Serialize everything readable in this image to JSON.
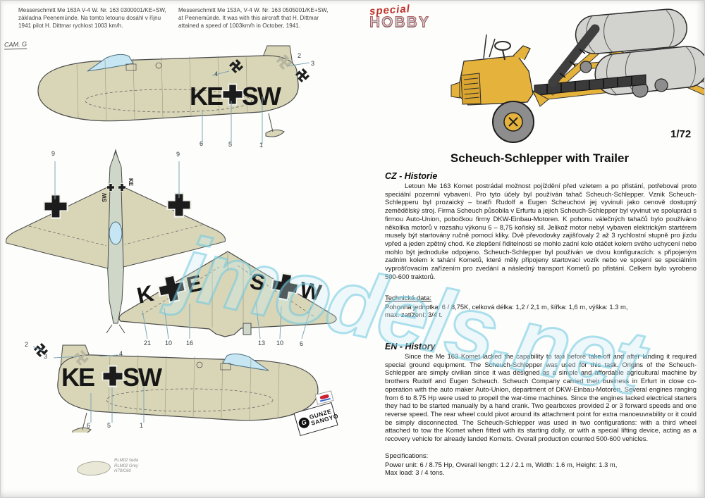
{
  "captions": {
    "cz": "Messerschmitt Me 163A V-4 W. Nr. 163 0300001/KE+SW, základna Peenemünde. Na tomto letounu dosáhl v říjnu 1941 pilot H. Dittmar rychlost 1003 km/h.",
    "en": "Messerschmitt Me 153A, V-4 W. Nr. 163 0505001/KE+SW, at Peenemünde. It was with this aircraft that H. Dittmar attained a speed of 1003km/h in October, 1941.",
    "cam": "CAM. G"
  },
  "brand": {
    "special": "special",
    "hobby": "HOBBY"
  },
  "gunze": {
    "line1": "GUNZE",
    "line2": "SANGYO"
  },
  "scale": "1/72",
  "article": {
    "title": "Scheuch-Schlepper with Trailer",
    "cz_heading": "CZ - Historie",
    "cz_body": "Letoun Me 163 Komet postrádal možnost pojíždění před vzletem a po přistání, potřeboval proto speciální pozemní vybavení. Pro tyto účely byl používán tahač Scheuch-Schlepper. Vznik Scheuch-Schlepperu byl prozaický – bratři Rudolf a Eugen Scheuchovi jej vyvinuli jako cenově dostupný zemědělský stroj. Firma Scheuch působila v Erfurtu a jejich Scheuch-Schlepper byl vyvinut ve spolupráci s firmou Auto-Union, pobočkou firmy DKW-Einbau-Motoren. K pohonu válečných tahačů bylo používáno několika motorů v rozsahu výkonu 6 – 8,75 koňský sil. Jelikož motor nebyl vybaven elektrickým startérem musely být startovány ručně pomocí kliky. Dvě převodovky zajišťovaly 2 až 3 rychlostní stupně pro jízdu vpřed a jeden zpětný chod. Ke zlepšení řiditelnosti se mohlo zadní kolo otáčet kolem svého uchycení nebo mohlo být jednoduše odpojeno. Scheuch-Schlepper byl používán ve dvou konfiguracích: s připojeným zadním kolem k tahání Kometů, které měly připojeny startovací vozík nebo ve spojení se speciálním vyprošťovacím zařízením pro zvedání a následný transport Kometů po přistání. Celkem bylo vyrobeno 500-600 traktorů.",
    "tech_heading": "Technická data:",
    "tech_line1": "Pohonná jednotka: 6 / 8,75K, celková délka: 1,2 / 2,1 m, šířka: 1,6 m, výška: 1.3 m,",
    "tech_line2": "max. zatížení: 3/4 t.",
    "en_heading": "EN - History",
    "en_body": "Since the Me 163 Komet lacked the capability to taxi before take-off and after landing it required special ground equipment. The Scheuch-Schlepper was used for this task. Origins of the Scheuch-Schlepper are simply civilian since it was designed as a simple and affordable agricultural machine by brothers Rudolf and Eugen Scheuch. Scheuch Company carried their business in Erfurt in close co-operation with the auto maker Auto-Union, department of DKW-Einbau-Motoren. Several engines ranging from 6 to 8.75 Hp were used to propell the war-time machines. Since the engines lacked electrical starters they had to be started manually by a hand crank. Two gearboxes provided 2 or 3 forward speeds and one reverse speed. The rear wheel could pivot around its attachment point for extra manoeuvrability or it could be simply disconnected. The Scheuch-Schlepper was used in two configurations: with a third wheel attached to tow the Komet when fitted with its starting dolly, or with a special lifting device, acting as a recovery vehicle for already landed Komets. Overall production counted 500-600 vehicles.",
    "spec_heading": "Specifications:",
    "spec_line1": "Power unit: 6 / 8.75 Hp, Overall length: 1.2 / 2.1 m, Width: 1.6 m, Height: 1.3 m,",
    "spec_line2": "Max load: 3 / 4 tons."
  },
  "markings": {
    "ke": "KE",
    "sw": "SW",
    "k": "K",
    "e": "E",
    "s": "S",
    "w": "W"
  },
  "callouts": {
    "profile_top": [
      "2",
      "3",
      "4",
      "6",
      "5",
      "1"
    ],
    "plan": [
      "9",
      "9",
      "21",
      "10",
      "16",
      "13",
      "10",
      "6"
    ],
    "profile_bottom": [
      "2",
      "3",
      "4",
      "6",
      "5",
      "1"
    ]
  },
  "legend": {
    "lines": [
      "RLM02 šedá",
      "RLM02 Grey",
      "H70/C60"
    ]
  },
  "watermark": "jmodels.net",
  "colors": {
    "airframe": "#d9d6b8",
    "canopy": "#c5e6f2",
    "cross_black": "#1c1c1c",
    "tractor_yellow": "#e5b33c",
    "watermark_blue": "#6fc3dc"
  }
}
